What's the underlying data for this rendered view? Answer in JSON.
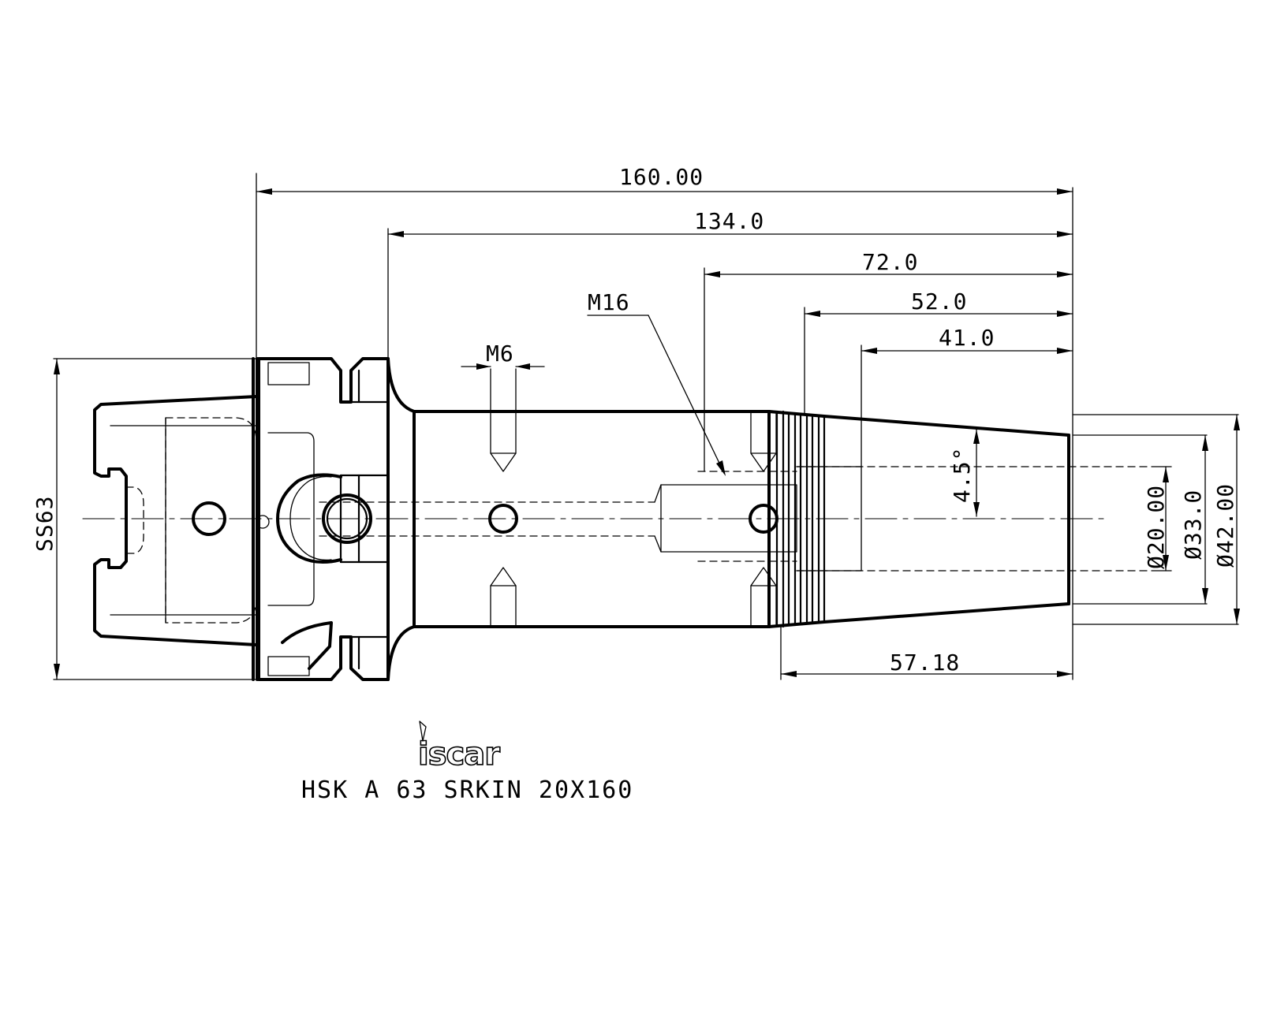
{
  "drawing": {
    "caption": "HSK A 63 SRKIN 20X160",
    "logo_text": "iscar",
    "dimensions": {
      "overall_length": "160.00",
      "length_134": "134.0",
      "length_72": "72.0",
      "length_52": "52.0",
      "length_41": "41.0",
      "length_bottom": "57.18",
      "thread_m16": "M16",
      "thread_m6": "M6",
      "angle": "4.5°",
      "diameter_20": "Ø20.00",
      "diameter_33": "Ø33.0",
      "diameter_42": "Ø42.00",
      "shank_size": "SS63"
    }
  }
}
